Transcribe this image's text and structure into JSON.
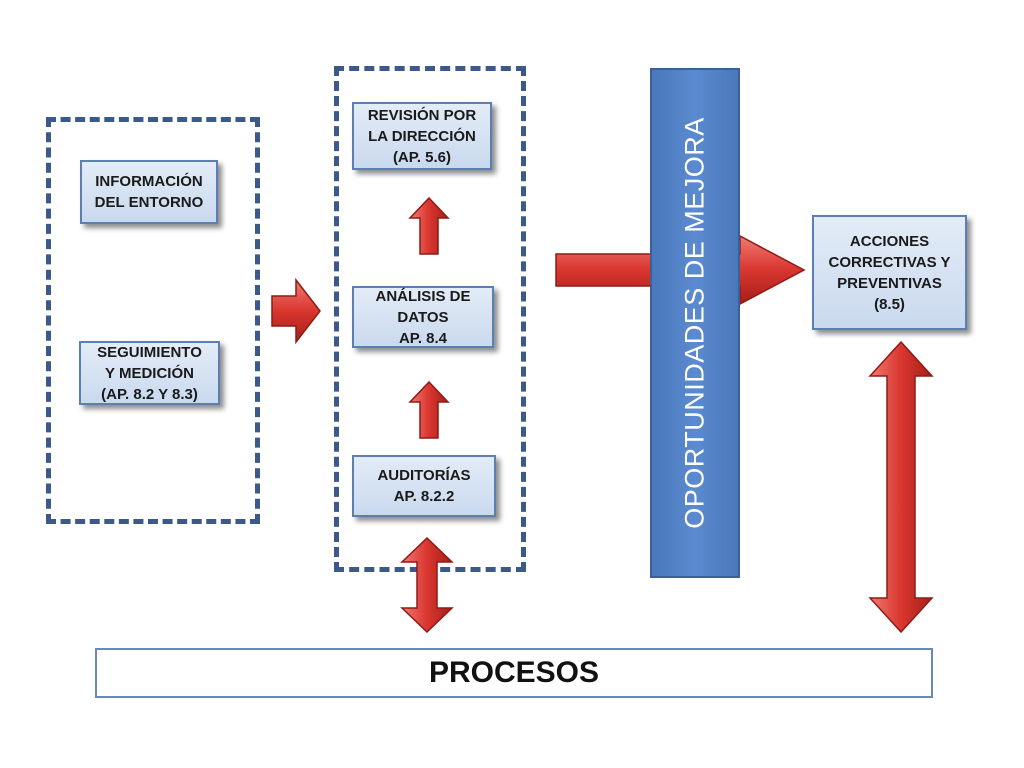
{
  "diagram": {
    "boxes": {
      "informacion": "INFORMACIÓN\nDEL ENTORNO",
      "seguimiento": "SEGUIMIENTO\nY MEDICIÓN\n(AP. 8.2 Y 8.3)",
      "revision": "REVISIÓN POR\nLA DIRECCIÓN\n(AP. 5.6)",
      "analisis": "ANÁLISIS DE\nDATOS\nAP. 8.4",
      "auditorias": "AUDITORÍAS\nAP. 8.2.2",
      "acciones": "ACCIONES\nCORRECTIVAS Y\nPREVENTIVAS\n(8.5)"
    },
    "mejora_label": "OPORTUNIDADES DE MEJORA",
    "procesos_label": "PROCESOS",
    "colors": {
      "box_fill": "#d3e1f2",
      "box_border": "#5b7fb0",
      "dashed_border": "#3b5a8a",
      "mejora_bar": "#5082c4",
      "arrow_red": "#d32f2f"
    }
  }
}
